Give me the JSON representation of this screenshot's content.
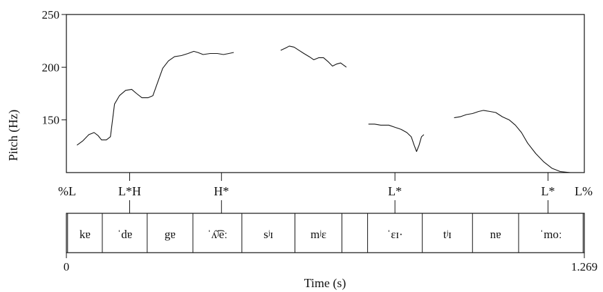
{
  "chart_data": {
    "type": "line",
    "title": "",
    "xlabel": "Time (s)",
    "ylabel": "Pitch (Hz)",
    "xlim": [
      0,
      1.269
    ],
    "ylim": [
      100,
      250
    ],
    "x_tick_labels": [
      "0",
      "1.269"
    ],
    "y_ticks": [
      150,
      200,
      250
    ],
    "y_tick_labels": [
      "150",
      "200",
      "250"
    ],
    "grid": false,
    "series": [
      {
        "points": [
          [
            0.026,
            126
          ],
          [
            0.04,
            130
          ],
          [
            0.055,
            136
          ],
          [
            0.068,
            138
          ],
          [
            0.078,
            135
          ],
          [
            0.086,
            131
          ],
          [
            0.098,
            131
          ],
          [
            0.108,
            134
          ],
          [
            0.118,
            165
          ],
          [
            0.13,
            173
          ],
          [
            0.145,
            178
          ],
          [
            0.16,
            179
          ],
          [
            0.172,
            175
          ],
          [
            0.185,
            171
          ],
          [
            0.2,
            171
          ],
          [
            0.212,
            173
          ],
          [
            0.224,
            186
          ],
          [
            0.236,
            199
          ],
          [
            0.25,
            206
          ],
          [
            0.265,
            210
          ],
          [
            0.282,
            211
          ],
          [
            0.298,
            213
          ],
          [
            0.312,
            215
          ],
          [
            0.322,
            214
          ],
          [
            0.335,
            212
          ],
          [
            0.352,
            213
          ],
          [
            0.37,
            213
          ],
          [
            0.385,
            212
          ],
          [
            0.398,
            213
          ],
          [
            0.41,
            214
          ]
        ]
      },
      {
        "points": [
          [
            0.525,
            216
          ],
          [
            0.536,
            218
          ],
          [
            0.546,
            220
          ],
          [
            0.558,
            219
          ],
          [
            0.57,
            216
          ],
          [
            0.582,
            213
          ],
          [
            0.595,
            210
          ],
          [
            0.606,
            207
          ],
          [
            0.618,
            209
          ],
          [
            0.63,
            209
          ],
          [
            0.642,
            205
          ],
          [
            0.652,
            201
          ],
          [
            0.662,
            203
          ],
          [
            0.672,
            204
          ],
          [
            0.686,
            200
          ]
        ]
      },
      {
        "points": [
          [
            0.74,
            146
          ],
          [
            0.755,
            146
          ],
          [
            0.77,
            145
          ],
          [
            0.79,
            145
          ],
          [
            0.805,
            143
          ],
          [
            0.82,
            141
          ],
          [
            0.834,
            138
          ],
          [
            0.845,
            134
          ],
          [
            0.852,
            126
          ],
          [
            0.858,
            120
          ],
          [
            0.864,
            126
          ],
          [
            0.87,
            134
          ],
          [
            0.876,
            136
          ]
        ]
      },
      {
        "points": [
          [
            0.95,
            152
          ],
          [
            0.965,
            153
          ],
          [
            0.98,
            155
          ],
          [
            0.995,
            156
          ],
          [
            1.01,
            158
          ],
          [
            1.022,
            159
          ],
          [
            1.038,
            158
          ],
          [
            1.052,
            157
          ],
          [
            1.068,
            153
          ],
          [
            1.085,
            150
          ],
          [
            1.1,
            145
          ],
          [
            1.115,
            138
          ],
          [
            1.13,
            128
          ],
          [
            1.15,
            118
          ],
          [
            1.17,
            110
          ],
          [
            1.19,
            104
          ],
          [
            1.21,
            101
          ],
          [
            1.235,
            100
          ],
          [
            1.255,
            100
          ]
        ]
      }
    ],
    "tones": [
      {
        "label": "%L",
        "t": 0.0
      },
      {
        "label": "L*H",
        "t": 0.155
      },
      {
        "label": "H*",
        "t": 0.38
      },
      {
        "label": "L*",
        "t": 0.805
      },
      {
        "label": "L*",
        "t": 1.18
      },
      {
        "label": "L%",
        "t": 1.269
      }
    ],
    "segments": [
      {
        "label": "kɐ",
        "start": 0.003,
        "end": 0.088
      },
      {
        "label": "ˈdɐ",
        "start": 0.088,
        "end": 0.198
      },
      {
        "label": "gɐ",
        "start": 0.198,
        "end": 0.31
      },
      {
        "label": "ˈʎ͡ʲeː",
        "start": 0.31,
        "end": 0.43
      },
      {
        "label": "sʲɪ",
        "start": 0.43,
        "end": 0.56
      },
      {
        "label": "mʲɛ",
        "start": 0.56,
        "end": 0.675
      },
      {
        "label": "",
        "start": 0.675,
        "end": 0.738
      },
      {
        "label": "ˈɛɪ·",
        "start": 0.738,
        "end": 0.872
      },
      {
        "label": "tʲɪ",
        "start": 0.872,
        "end": 0.995
      },
      {
        "label": "nɐ",
        "start": 0.995,
        "end": 1.108
      },
      {
        "label": "ˈmoː",
        "start": 1.108,
        "end": 1.266
      }
    ]
  }
}
